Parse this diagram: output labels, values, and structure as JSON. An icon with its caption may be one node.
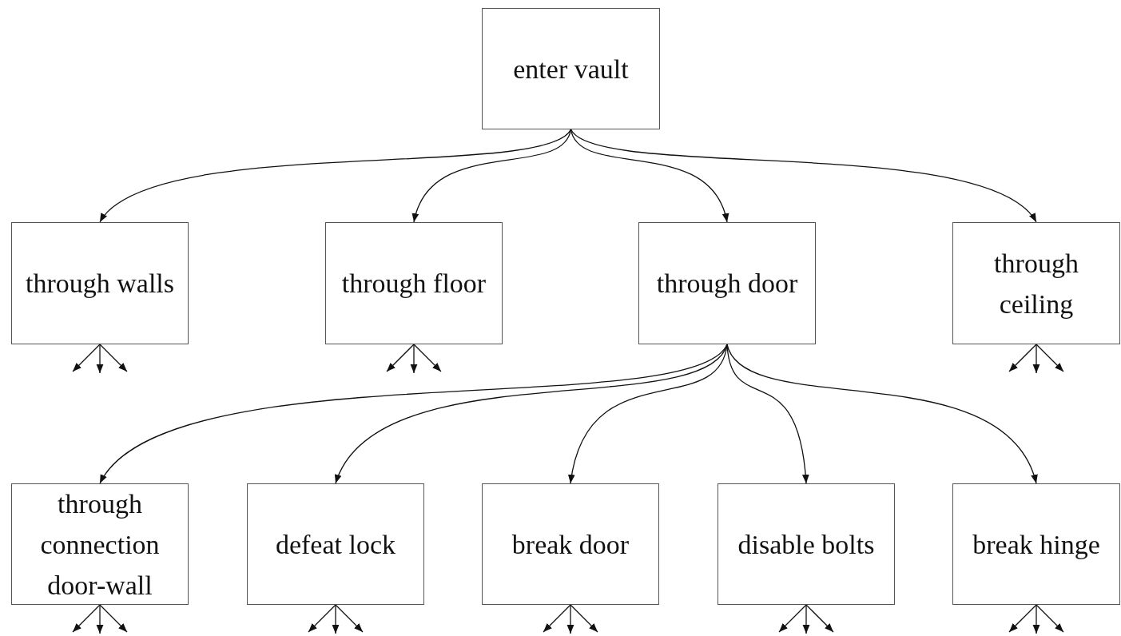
{
  "diagram": {
    "nodes": [
      {
        "text": [
          "enter vault"
        ]
      },
      {
        "text": [
          "through walls"
        ]
      },
      {
        "text": [
          "through floor"
        ]
      },
      {
        "text": [
          "through door"
        ]
      },
      {
        "text": [
          "through ceiling"
        ]
      },
      {
        "text": [
          "through connection door-wall"
        ]
      },
      {
        "text": [
          "defeat lock"
        ]
      },
      {
        "text": [
          "break door"
        ]
      },
      {
        "text": [
          "disable bolts"
        ]
      },
      {
        "text": [
          "break hinge"
        ]
      }
    ],
    "edges": [
      {
        "from": 0,
        "to": 1,
        "arrow": "to"
      },
      {
        "from": 0,
        "to": 2,
        "arrow": "to"
      },
      {
        "from": 0,
        "to": 3,
        "arrow": "to"
      },
      {
        "from": 0,
        "to": 4,
        "arrow": "to"
      },
      {
        "from": 3,
        "to": 5,
        "arrow": "to"
      },
      {
        "from": 3,
        "to": 6,
        "arrow": "to"
      },
      {
        "from": 3,
        "to": 7,
        "arrow": "to"
      },
      {
        "from": 3,
        "to": 8,
        "arrow": "to"
      },
      {
        "from": 3,
        "to": 9,
        "arrow": "to"
      },
      {
        "from": 1,
        "to": null,
        "arrow": "to"
      },
      {
        "from": 1,
        "to": null,
        "arrow": "to"
      },
      {
        "from": 1,
        "to": null,
        "arrow": "to"
      },
      {
        "from": 2,
        "to": null,
        "arrow": "to"
      },
      {
        "from": 2,
        "to": null,
        "arrow": "to"
      },
      {
        "from": 2,
        "to": null,
        "arrow": "to"
      },
      {
        "from": 4,
        "to": null,
        "arrow": "to"
      },
      {
        "from": 4,
        "to": null,
        "arrow": "to"
      },
      {
        "from": 4,
        "to": null,
        "arrow": "to"
      },
      {
        "from": 5,
        "to": null,
        "arrow": "to"
      },
      {
        "from": 5,
        "to": null,
        "arrow": "to"
      },
      {
        "from": 5,
        "to": null,
        "arrow": "to"
      },
      {
        "from": 6,
        "to": null,
        "arrow": "to"
      },
      {
        "from": 6,
        "to": null,
        "arrow": "to"
      },
      {
        "from": 6,
        "to": null,
        "arrow": "to"
      },
      {
        "from": 7,
        "to": null,
        "arrow": "to"
      },
      {
        "from": 7,
        "to": null,
        "arrow": "to"
      },
      {
        "from": 7,
        "to": null,
        "arrow": "to"
      },
      {
        "from": 8,
        "to": null,
        "arrow": "to"
      },
      {
        "from": 8,
        "to": null,
        "arrow": "to"
      },
      {
        "from": 8,
        "to": null,
        "arrow": "to"
      },
      {
        "from": 9,
        "to": null,
        "arrow": "to"
      },
      {
        "from": 9,
        "to": null,
        "arrow": "to"
      },
      {
        "from": 9,
        "to": null,
        "arrow": "to"
      }
    ]
  }
}
